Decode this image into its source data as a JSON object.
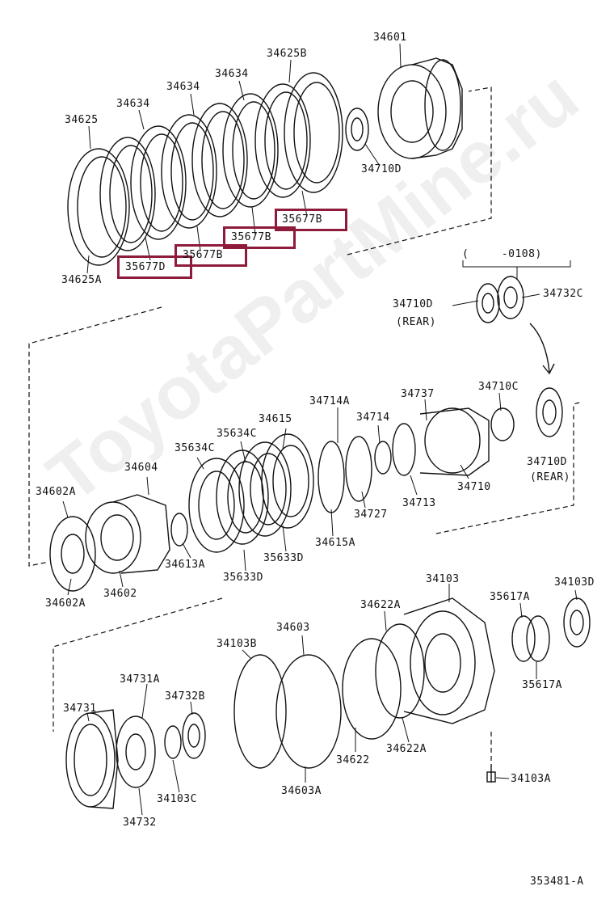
{
  "diagram_id": "353481-A",
  "watermark": "ToyotaPartMine.ru",
  "highlight_color": "#8e1b3a",
  "callouts": {
    "p34625B": "34625B",
    "p34601": "34601",
    "p34634a": "34634",
    "p34634b": "34634",
    "p34634c": "34634",
    "p34625": "34625",
    "p34710D_top": "34710D",
    "p35677B_1": "35677B",
    "p35677B_2": "35677B",
    "p35677B_3": "35677B",
    "p35677D": "35677D",
    "p34625A": "34625A",
    "bracket": "(　　　-0108)",
    "p34732C": "34732C",
    "p34710D_rear1": "34710D",
    "rear1": "(REAR)",
    "p34714A": "34714A",
    "p34737": "34737",
    "p34710C": "34710C",
    "p34615": "34615",
    "p35634C_1": "35634C",
    "p35634C_2": "35634C",
    "p34714": "34714",
    "p34604": "34604",
    "p34710D_rear2": "34710D",
    "rear2": "(REAR)",
    "p34602A_top": "34602A",
    "p34710": "34710",
    "p34713": "34713",
    "p34727": "34727",
    "p34615A": "34615A",
    "p35633D_1": "35633D",
    "p34613A": "34613A",
    "p35633D_2": "35633D",
    "p34602A_bot": "34602A",
    "p34602": "34602",
    "p34103": "34103",
    "p34103D": "34103D",
    "p34622A_top": "34622A",
    "p35617A_1": "35617A",
    "p34603": "34603",
    "p34103B": "34103B",
    "p34731A": "34731A",
    "p35617A_2": "35617A",
    "p34732B": "34732B",
    "p34731": "34731",
    "p34622": "34622",
    "p34622A_bot": "34622A",
    "p34103C": "34103C",
    "p34603A": "34603A",
    "p34103A": "34103A",
    "p34732": "34732"
  }
}
